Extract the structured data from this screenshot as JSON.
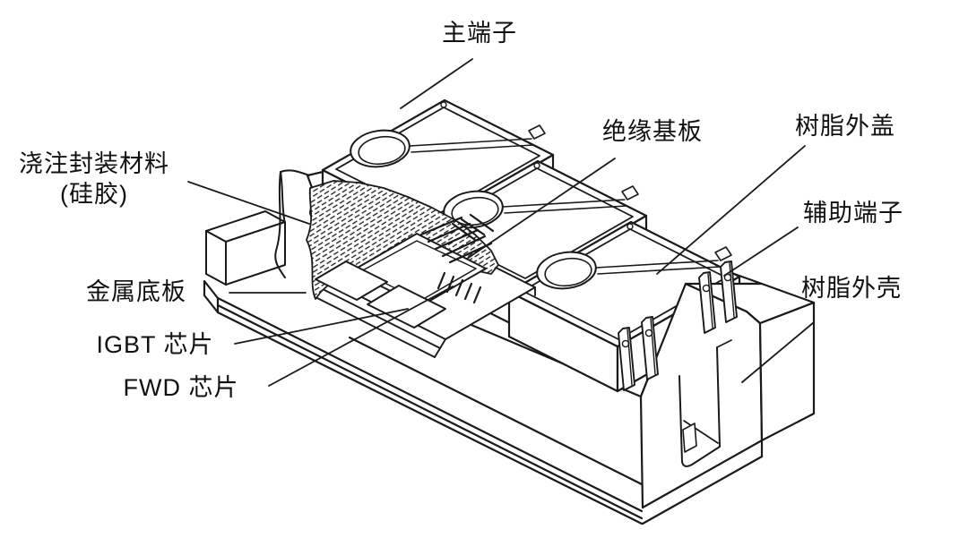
{
  "figure": {
    "labels": {
      "main_terminal": "主端子",
      "potting_material": "浇注封装材料",
      "potting_material_note": "(硅胶)",
      "metal_baseplate": "金属底板",
      "igbt_chip": "IGBT 芯片",
      "fwd_chip": "FWD 芯片",
      "insulating_substrate": "绝缘基板",
      "resin_cover": "树脂外盖",
      "auxiliary_terminal": "辅助端子",
      "resin_case": "树脂外壳"
    },
    "colors": {
      "line": "#1a1a1a",
      "background": "#ffffff"
    }
  }
}
